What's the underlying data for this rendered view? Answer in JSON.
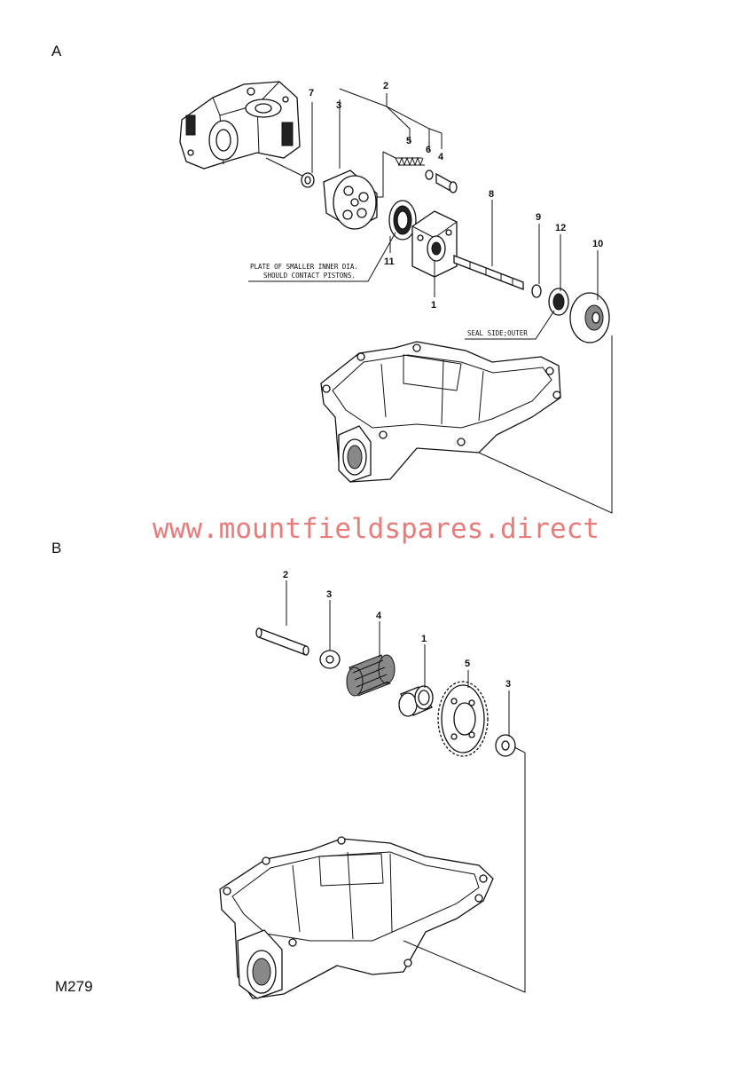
{
  "sections": {
    "a": {
      "letter": "A"
    },
    "b": {
      "letter": "B"
    }
  },
  "figure_id": "M279",
  "watermark": "www.mountfieldspares.direct",
  "section_a": {
    "callouts": {
      "c1": "1",
      "c2": "2",
      "c3": "3",
      "c4": "4",
      "c5": "5",
      "c6": "6",
      "c7": "7",
      "c8": "8",
      "c9": "9",
      "c10": "10",
      "c11": "11",
      "c12": "12"
    },
    "note_plate_line1": "PLATE OF SMALLER INNER DIA.",
    "note_plate_line2": "SHOULD CONTACT PISTONS.",
    "note_seal": "SEAL SIDE;OUTER"
  },
  "section_b": {
    "callouts": {
      "c1": "1",
      "c2": "2",
      "c3a": "3",
      "c3b": "3",
      "c4": "4",
      "c5": "5"
    }
  }
}
